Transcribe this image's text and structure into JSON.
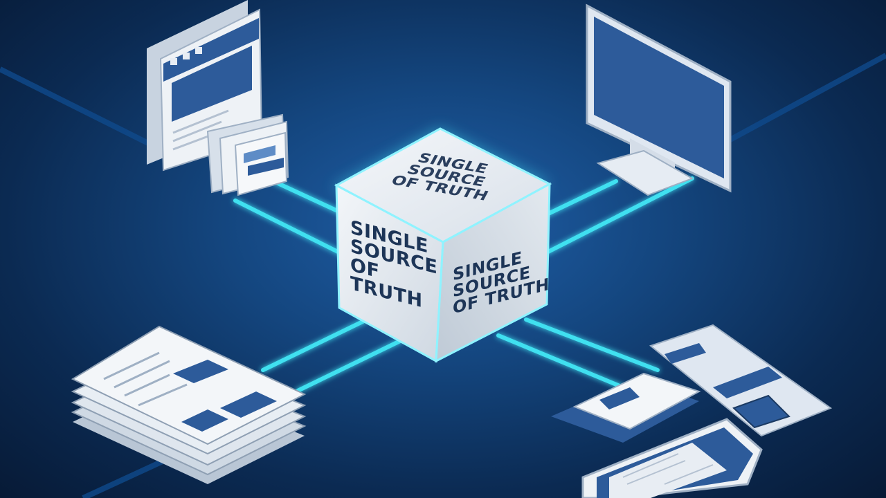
{
  "cube": {
    "top_text": "SINGLE\nSOURCE\nOF TRUTH",
    "left_text": "SINGLE\nSOURCE\nOF TRUTH",
    "right_text": "SINGLE\nSOURCE\nOF TRUTH"
  },
  "colors": {
    "background_dark": "#071a36",
    "background_mid": "#1f5fa8",
    "connector_glow": "#3fe0f0",
    "device_blue": "#2d5b9a",
    "device_light": "#dfe7f1",
    "cube_face": "#e8edf2"
  },
  "devices": [
    "web-documents",
    "desktop-monitor",
    "paper-stack",
    "tablet-and-brochure"
  ]
}
